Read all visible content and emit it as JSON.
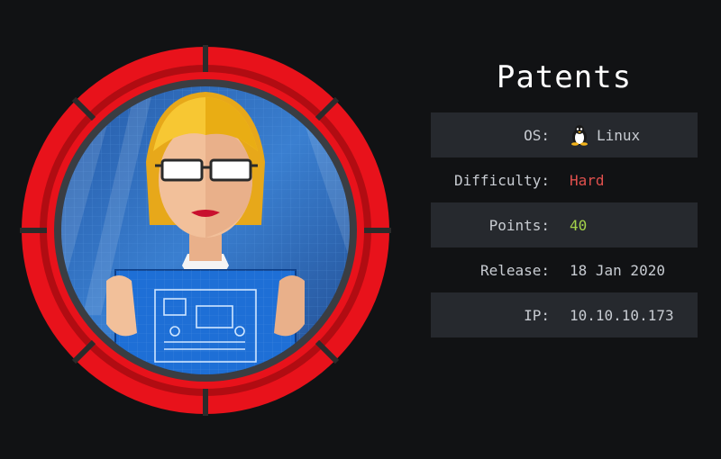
{
  "machine": {
    "name": "Patents"
  },
  "info": {
    "os_label": "OS:",
    "os_value": "Linux",
    "os_icon": "tux-icon",
    "difficulty_label": "Difficulty:",
    "difficulty_value": "Hard",
    "points_label": "Points:",
    "points_value": "40",
    "release_label": "Release:",
    "release_value": "18 Jan 2020",
    "ip_label": "IP:",
    "ip_value": "10.10.10.173"
  },
  "colors": {
    "background": "#111214",
    "row_alt": "#26292e",
    "difficulty_hard": "#e0504d",
    "points": "#a4d24a",
    "ring": "#e8121b"
  }
}
